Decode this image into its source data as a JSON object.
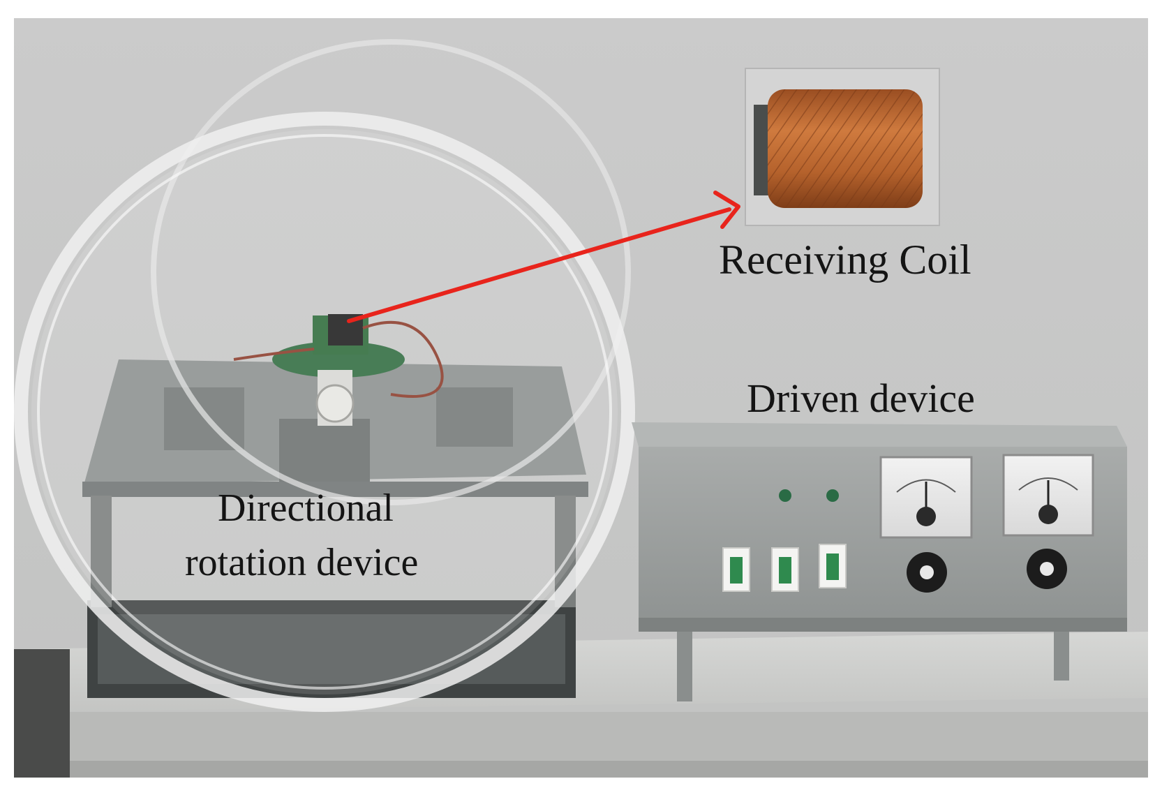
{
  "labels": {
    "receiving_coil": "Receiving Coil",
    "driven_device": "Driven device",
    "rotation_line1": "Directional",
    "rotation_line2": "rotation device"
  },
  "colors": {
    "arrow": "#e8241c",
    "wall": "#c9c9c9",
    "table": "#cfd0ce",
    "coil_copper": "#b8652e"
  }
}
